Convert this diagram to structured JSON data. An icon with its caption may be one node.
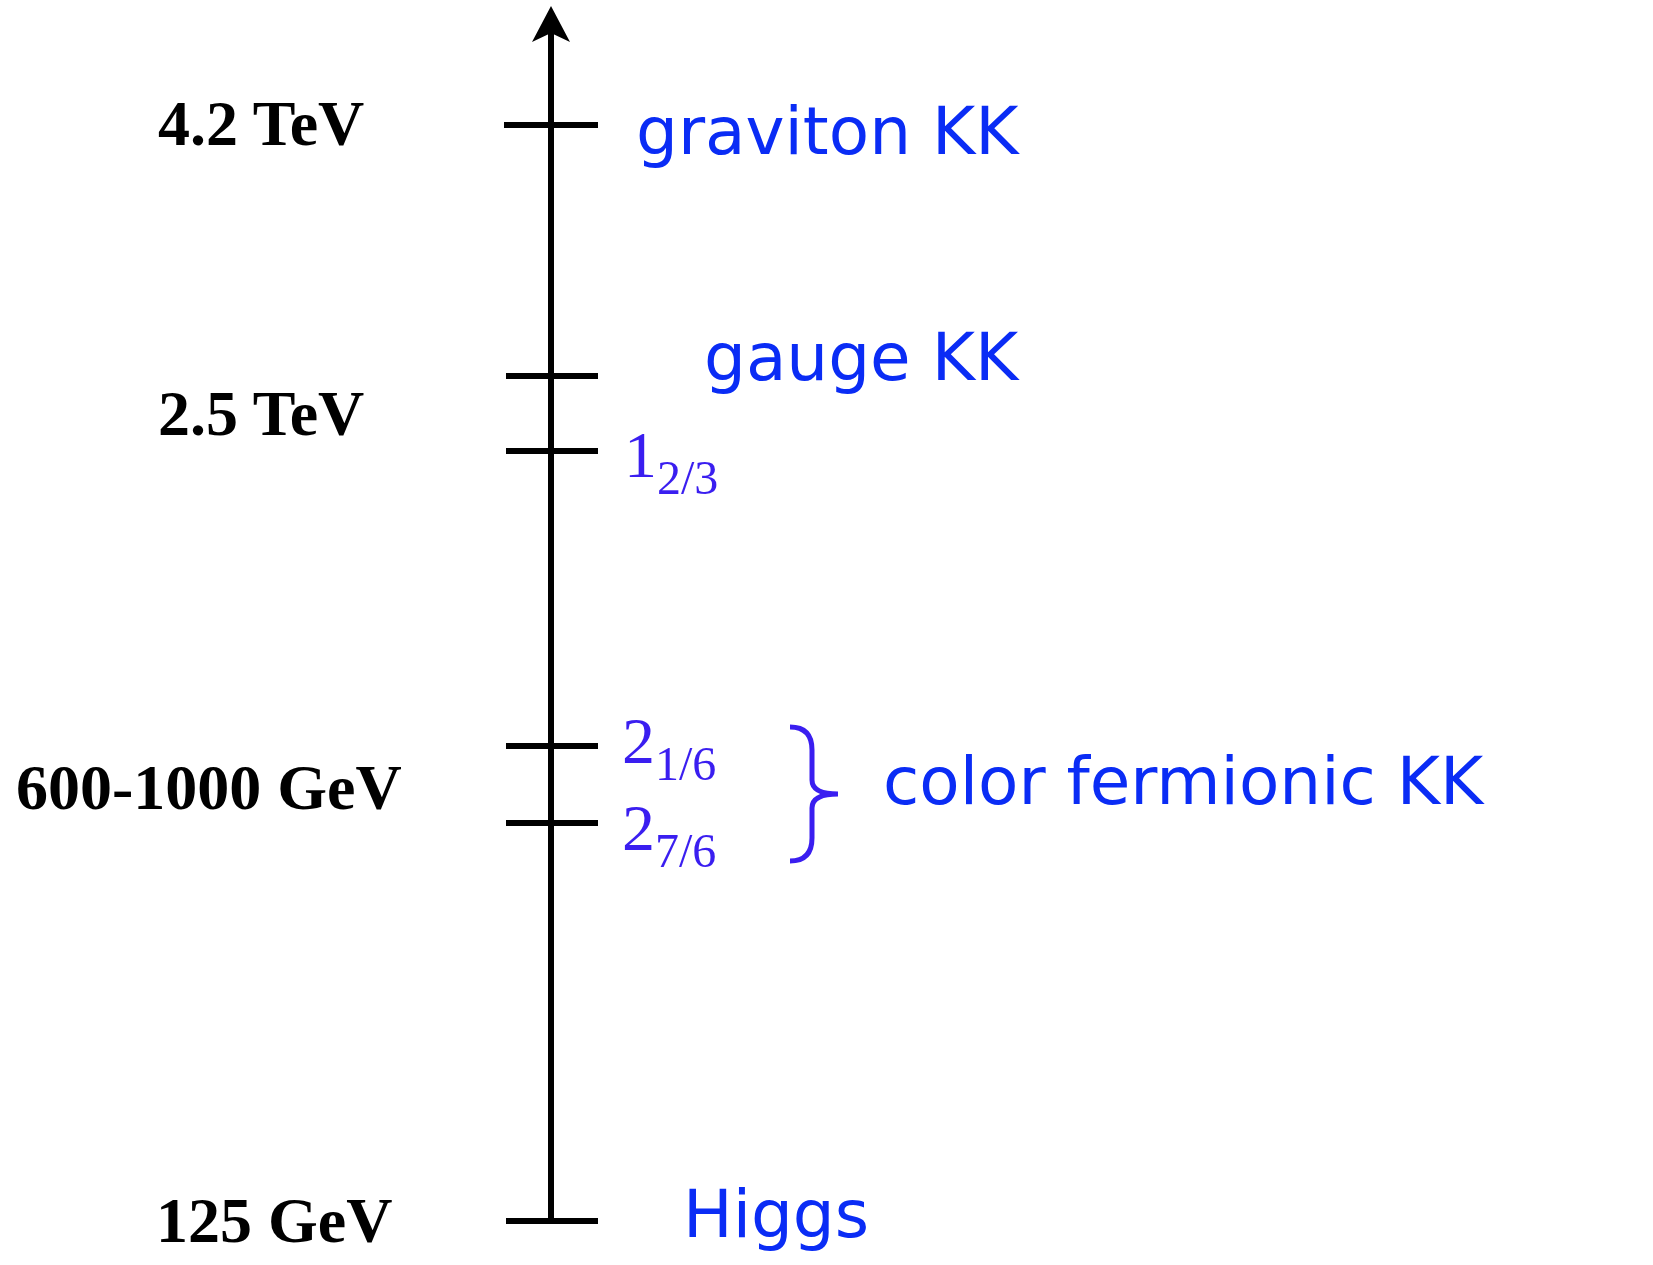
{
  "diagram": {
    "labels": [
      "4.2 TeV",
      "graviton KK",
      "gauge KK",
      "2.5 TeV",
      "1$_{2/3}$",
      "2$_{1/6}$",
      "600-1000 GeV",
      "color fermionic KK",
      "2$_{7/6}$",
      "125 GeV",
      "Higgs"
    ]
  }
}
